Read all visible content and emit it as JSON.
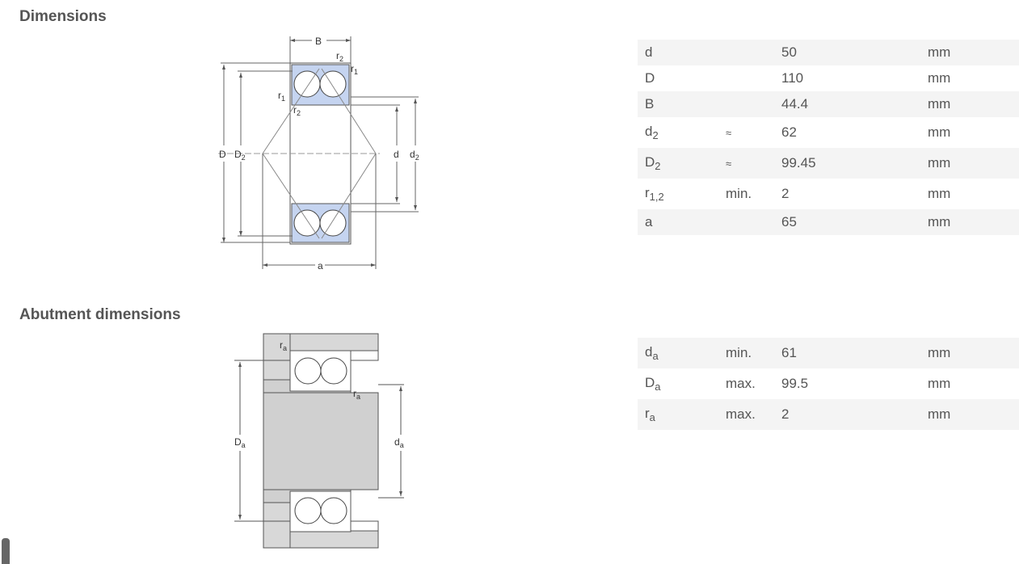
{
  "dimensions": {
    "title": "Dimensions",
    "rows": [
      {
        "symbol": "d",
        "sub": "",
        "qualifier": "",
        "value": "50",
        "unit": "mm"
      },
      {
        "symbol": "D",
        "sub": "",
        "qualifier": "",
        "value": "110",
        "unit": "mm"
      },
      {
        "symbol": "B",
        "sub": "",
        "qualifier": "",
        "value": "44.4",
        "unit": "mm"
      },
      {
        "symbol": "d",
        "sub": "2",
        "qualifier": "≈",
        "value": "62",
        "unit": "mm"
      },
      {
        "symbol": "D",
        "sub": "2",
        "qualifier": "≈",
        "value": "99.45",
        "unit": "mm"
      },
      {
        "symbol": "r",
        "sub": "1,2",
        "qualifier": "min.",
        "value": "2",
        "unit": "mm"
      },
      {
        "symbol": "a",
        "sub": "",
        "qualifier": "",
        "value": "65",
        "unit": "mm"
      }
    ],
    "diagram_labels": {
      "B": "B",
      "r": "r",
      "sub1": "1",
      "sub2": "2",
      "D": "D",
      "D2": "D",
      "d": "d",
      "d2": "d",
      "a": "a"
    }
  },
  "abutment": {
    "title": "Abutment dimensions",
    "rows": [
      {
        "symbol": "d",
        "sub": "a",
        "qualifier": "min.",
        "value": "61",
        "unit": "mm"
      },
      {
        "symbol": "D",
        "sub": "a",
        "qualifier": "max.",
        "value": "99.5",
        "unit": "mm"
      },
      {
        "symbol": "r",
        "sub": "a",
        "qualifier": "max.",
        "value": "2",
        "unit": "mm"
      }
    ],
    "diagram_labels": {
      "r": "r",
      "sub": "a",
      "D": "D",
      "d": "d"
    }
  },
  "colors": {
    "ring_fill": "#c5d4f0",
    "housing": "#d8d8d8",
    "shaft": "#cfcfcf",
    "text": "#555555"
  }
}
